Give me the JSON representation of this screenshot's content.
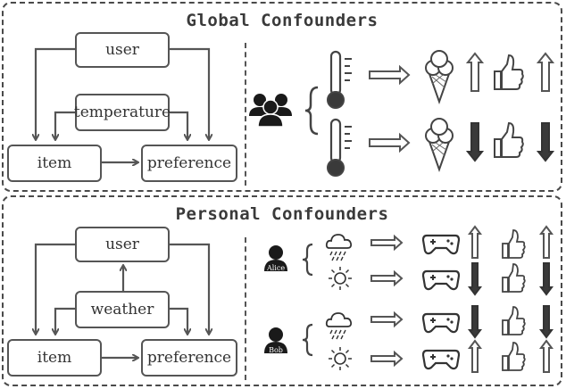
{
  "global": {
    "title": "Global Confounders",
    "nodes": {
      "user": "user",
      "confounder": "temperature",
      "item": "item",
      "preference": "preference"
    }
  },
  "personal": {
    "title": "Personal Confounders",
    "nodes": {
      "user": "user",
      "confounder": "weather",
      "item": "item",
      "preference": "preference"
    },
    "users": [
      "Alice",
      "Bob"
    ]
  },
  "icons": {
    "group": "people-group-icon",
    "thermometer": "thermometer-icon",
    "ice_cream": "ice-cream-icon",
    "thumb": "thumbs-up-icon",
    "rain": "rain-cloud-icon",
    "sun": "sun-icon",
    "gamepad": "gamepad-icon",
    "person": "person-icon",
    "up_arrow": "up-arrow-icon",
    "down_arrow": "down-arrow-icon"
  },
  "colors": {
    "line": "#555555",
    "dark_fill": "#3a3a3a",
    "outline": "#666666"
  }
}
